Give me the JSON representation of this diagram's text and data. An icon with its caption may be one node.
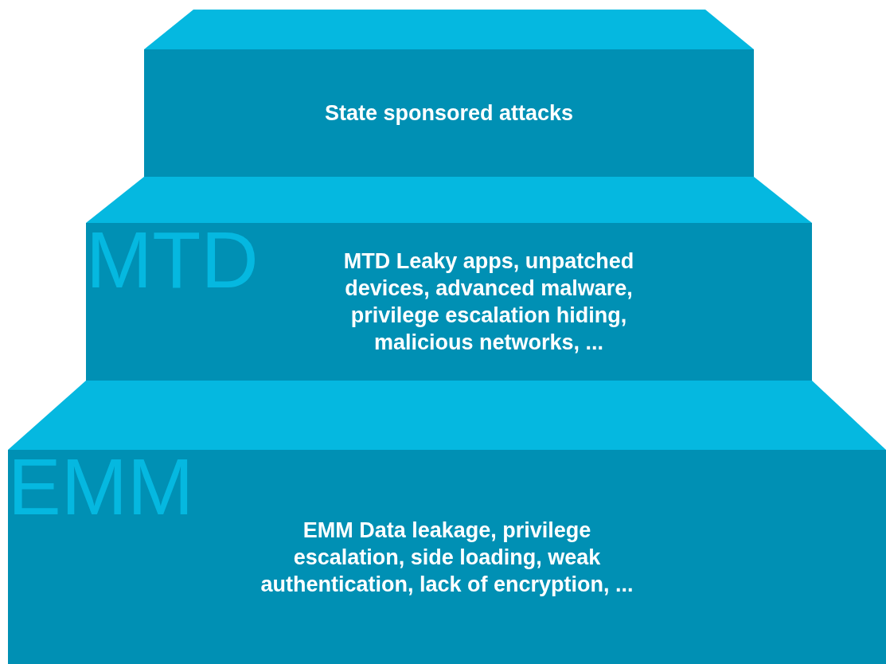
{
  "diagram": {
    "nodes": [
      {
        "text": [
          "State sponsored attacks"
        ]
      },
      {
        "text": [
          "MTD",
          "MTD Leaky apps, unpatched devices, advanced malware, privilege escalation hiding, malicious networks, ..."
        ]
      },
      {
        "text": [
          "EMM",
          "EMM Data leakage, privilege escalation, side loading, weak authentication, lack of encryption, ..."
        ]
      }
    ]
  }
}
